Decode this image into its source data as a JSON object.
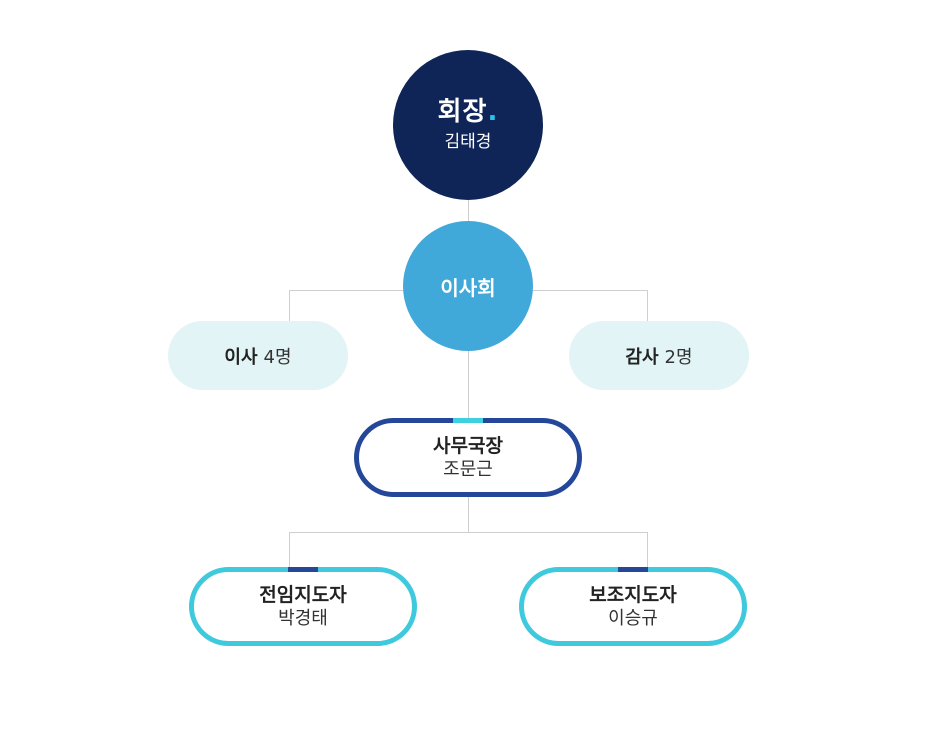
{
  "chairman": {
    "title": "회장",
    "dot": ".",
    "name": "김태경"
  },
  "board": {
    "title": "이사회"
  },
  "directors": {
    "role": "이사",
    "count": "4명"
  },
  "auditors": {
    "role": "감사",
    "count": "2명"
  },
  "secretary_general": {
    "title": "사무국장",
    "name": "조문근"
  },
  "full_time_coach": {
    "title": "전임지도자",
    "name": "박경태"
  },
  "assistant_coach": {
    "title": "보조지도자",
    "name": "이승규"
  },
  "colors": {
    "navy": "#0f2557",
    "board_blue": "#41a8da",
    "pill_bg": "#e2f4f6",
    "dark_border": "#24479a",
    "cyan_border": "#3fc9dc",
    "accent_cyan": "#26c6e8",
    "connector": "#cfcfcf"
  }
}
